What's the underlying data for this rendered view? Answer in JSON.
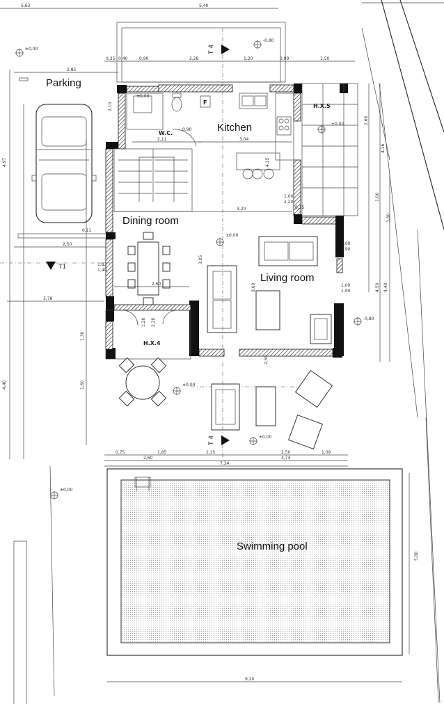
{
  "rooms": {
    "parking": "Parking",
    "kitchen": "Kitchen",
    "wc": "W.C.",
    "dining": "Dining room",
    "living": "Living room",
    "hx5": "H.X.5",
    "hx4": "H.X.4",
    "pool": "Swimming pool"
  },
  "levels": {
    "top_left": "±0,00",
    "top_center": "-0,80",
    "hx5": "±0,00",
    "living": "±0,00",
    "right": "-0,80",
    "terrace_left": "±0,00",
    "terrace_bottom": "±0,00",
    "pool_left": "±0,00",
    "wc": "±0,00"
  },
  "sections": {
    "t4_top": "T 4",
    "t4_bottom": "T 4",
    "t1": "T1"
  },
  "dimensions": {
    "top_5_63": "5,63",
    "top_5_40": "5,40",
    "row_035": "0,35",
    "row_040": "0,40",
    "row_090": "0,90",
    "row_228": "2,28",
    "row_120": "1,20",
    "row_099": "0,99",
    "row_150": "1,50",
    "park_285": "2,85",
    "wc_210": "2,10",
    "wc_090": "0,90",
    "wc_211": "2,11",
    "kit_304": "3,04",
    "kit_415": "4,15",
    "hx5_100": "1,00",
    "hx5_220": "2,20",
    "hx5_025": "0,25",
    "dining_320": "3,20",
    "park_250": "2,50",
    "park_0_11": "0,11",
    "t1_183": "1,83",
    "t1_140": "1,40",
    "dining_260": "2,60",
    "left_378": "3,78",
    "hx4_120": "1,20",
    "hx4_220": "2,20",
    "living_100a": "1,00",
    "living_190a": "1,90",
    "living_100b": "1,00",
    "living_190b": "1,90",
    "living_305": "3,05",
    "living_360": "3,60",
    "living_250": "2,50",
    "bottom_075": "0,75",
    "bottom_185": "1,85",
    "bottom_115": "1,15",
    "bottom_250": "2,50",
    "bottom_109": "1,09",
    "bottom_260": "2,60",
    "bottom_474": "4,74",
    "bottom_734": "7,34",
    "pool_920": "9,20",
    "pool_580": "5,80",
    "left_497": "4,97",
    "left_440": "4,40",
    "left_160": "1,60",
    "left_130": "1,30",
    "right_266": "2,66",
    "right_416": "4,16",
    "right_450": "4,50",
    "right_440": "4,40",
    "right_380": "3,80",
    "right_100": "1,00"
  }
}
